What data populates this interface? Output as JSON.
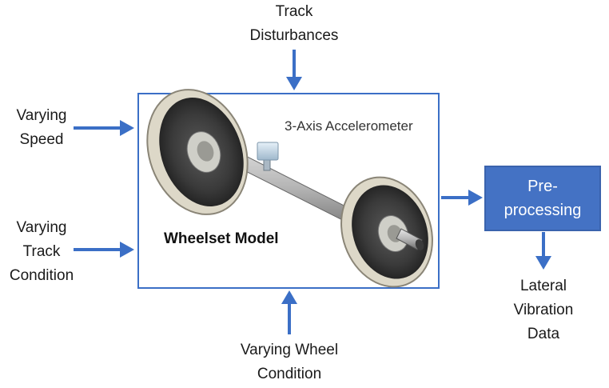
{
  "inputs": {
    "track_disturbances": [
      "Track",
      "Disturbances"
    ],
    "varying_speed": [
      "Varying",
      "Speed"
    ],
    "varying_track_condition": [
      "Varying",
      "Track",
      "Condition"
    ],
    "varying_wheel_condition": [
      "Varying Wheel",
      "Condition"
    ]
  },
  "model": {
    "title": "Wheelset Model",
    "sensor_label": "3-Axis Accelerometer"
  },
  "preprocessing": {
    "label_line1": "Pre-",
    "label_line2": "processing"
  },
  "output": [
    "Lateral",
    "Vibration",
    "Data"
  ],
  "colors": {
    "arrow": "#3b6fc6",
    "box_border": "#3b6fc6",
    "process_fill": "#4472c4"
  }
}
